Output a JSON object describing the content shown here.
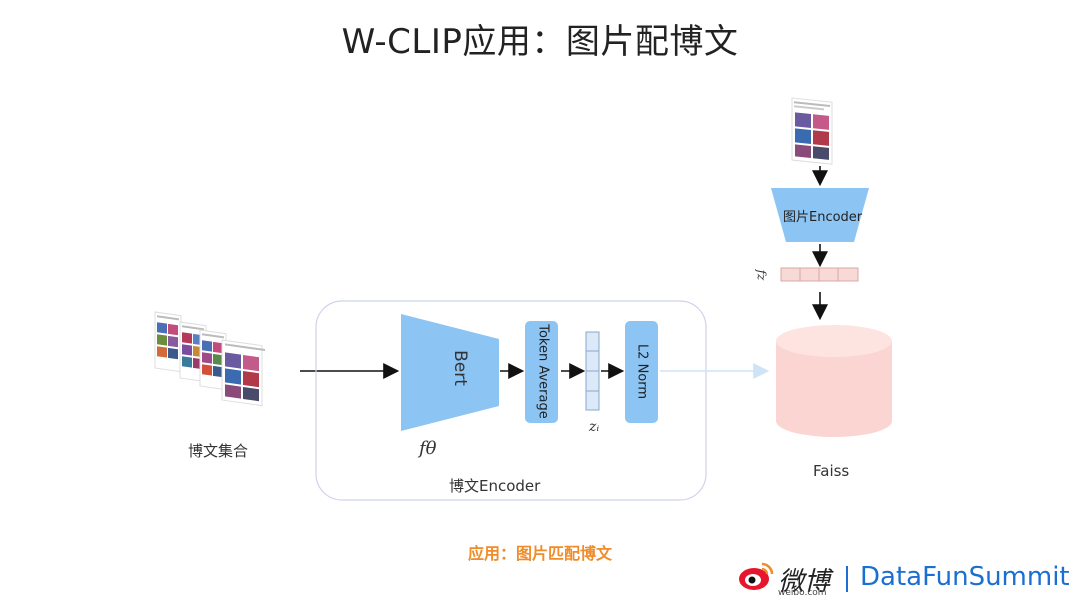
{
  "title": "W-CLIP应用：图片配博文",
  "diagram": {
    "corpus_label": "博文集合",
    "bert_label": "Bert",
    "f_theta_label": "fθ",
    "token_average_label": "Token Average",
    "z_label": "zᵢ",
    "l2_norm_label": "L2 Norm",
    "text_encoder_label": "博文Encoder",
    "image_encoder_label": "图片Encoder",
    "f_z_label": "fz",
    "faiss_label": "Faiss"
  },
  "caption": "应用：图片匹配博文",
  "footer": {
    "weibo_logo_text": "微博",
    "weibo_domain": "weibo.com",
    "brand": "DataFunSummit"
  },
  "colors": {
    "encoder_fill": "#8cc4f4",
    "vector_fill": "#dbe9f8",
    "fz_fill": "#f7d9d6",
    "faiss_fill": "#fbd5d2",
    "brand_blue": "#1a6fd0",
    "caption_orange": "#f08c2a"
  }
}
